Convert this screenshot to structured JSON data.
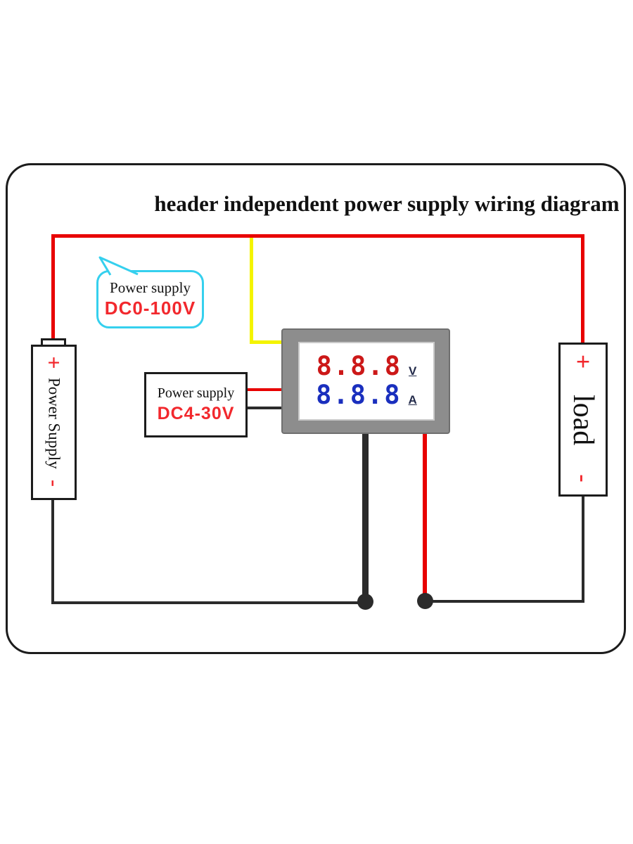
{
  "title": "header independent power supply wiring diagram",
  "callout": {
    "line1": "Power supply",
    "line2": "DC0-100V"
  },
  "sense_box": {
    "line1": "Power supply",
    "line2": "DC4-30V"
  },
  "meter": {
    "volt_value": "8.8.8",
    "volt_unit": "V",
    "amp_value": "8.8.8",
    "amp_unit": "A"
  },
  "power_supply": {
    "plus": "+",
    "label": "Power Supply",
    "minus": "-"
  },
  "load": {
    "plus": "+",
    "label": "load",
    "minus": "-"
  },
  "colors": {
    "wire_red": "#e80000",
    "wire_yellow": "#f4f400",
    "wire_black": "#2b2b2b",
    "meter_frame": "#8d8d8d",
    "digit_red": "#cc1818",
    "digit_blue": "#1a2fbe",
    "unit_color": "#222a4a",
    "callout_border": "#35d0ee",
    "label_red": "#f2282d",
    "border_black": "#1c1c1c"
  }
}
